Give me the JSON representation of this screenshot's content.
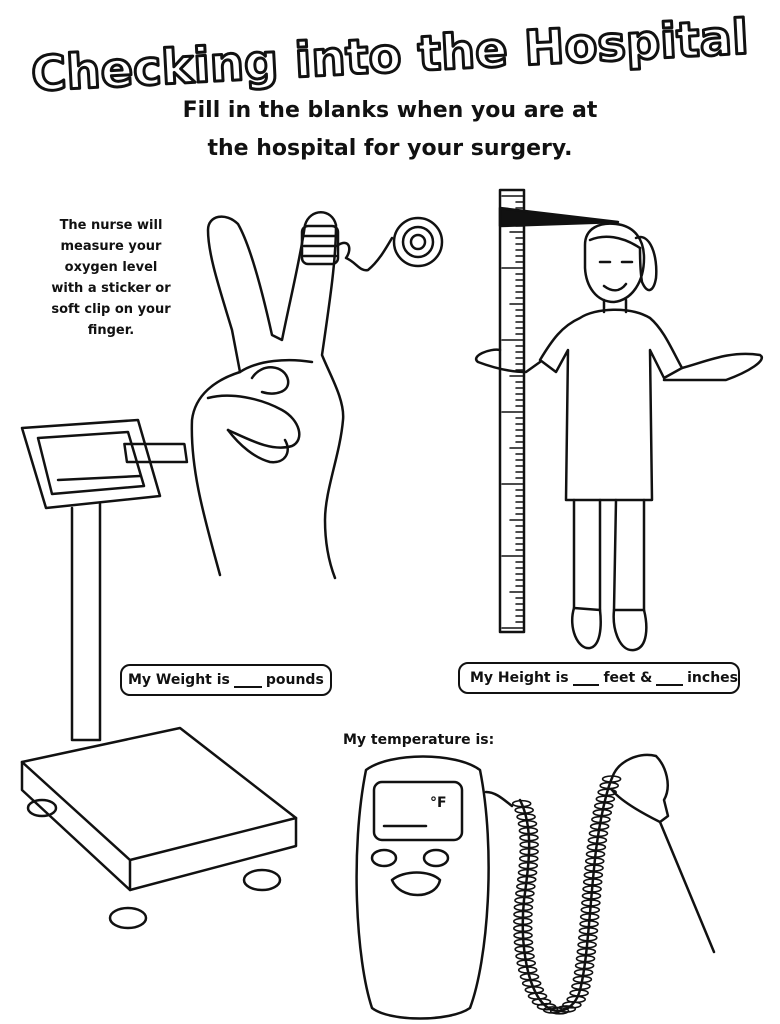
{
  "title": "Checking into the Hospital",
  "subtitle": {
    "line1": "Fill in the blanks when you are at",
    "line2": "the hospital for your surgery."
  },
  "oxygen_note": {
    "line1": "The nurse will",
    "line2": "measure your",
    "line3": "oxygen level",
    "line4": "with a sticker or",
    "line5": "soft clip on your",
    "line6": "finger."
  },
  "weight_field": {
    "prefix": "My Weight is",
    "suffix": "pounds"
  },
  "height_field": {
    "prefix": "My Height is",
    "middle": "feet &",
    "suffix": "inches"
  },
  "temperature_label": "My temperature is:",
  "thermometer_unit": "°F",
  "icons": [
    "peace-hand-with-pulse-oximeter",
    "person-at-height-ruler",
    "weight-scale",
    "digital-thermometer"
  ]
}
